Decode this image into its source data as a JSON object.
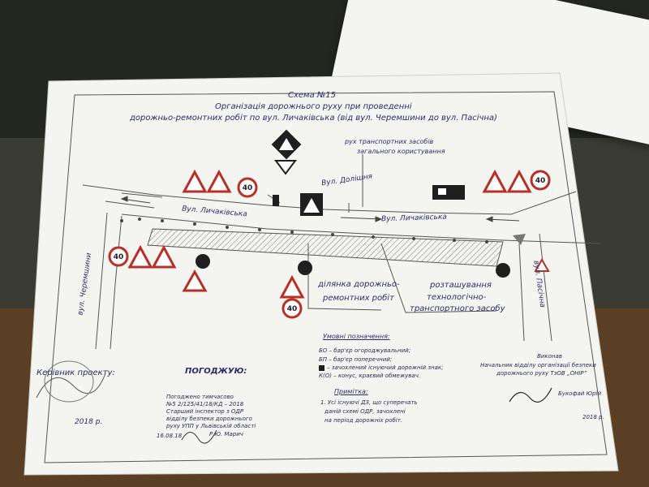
{
  "doc": {
    "title": "Схема №15",
    "subtitle1": "Організація дорожнього руху при проведенні",
    "subtitle2": "дорожньо-ремонтних робіт по вул. Личаківська (від вул. Черемшини до вул. Пасічна)",
    "note_traffic1": "рух транспортних засобів",
    "note_traffic2": "загального користування",
    "street_doloshnia": "Вул. Долішня",
    "street_lychakivska_left": "Вул. Личаківська",
    "street_lychakivska_right": "Вул. Личаківська",
    "street_cheremshyny": "вул. Черемшини",
    "street_pasichna": "вул. Пасічна",
    "work_zone1": "ділянка дорожньо-",
    "work_zone2": "ремонтних робіт",
    "vehicle1": "розташування",
    "vehicle2": "технологічно-",
    "vehicle3": "транспортного засобу",
    "speed_limit": "40",
    "legend_title": "Умовні позначення:",
    "legend_1": "БО – бар'єр огороджувальний;",
    "legend_2": "БП – бар'єр поперечний;",
    "legend_3": "– зачохлений існуючий дорожній знак;",
    "legend_4": "К(О) – конус, краєвий обмежувач.",
    "note_title": "Примітка:",
    "note_1": "1. Усі існуючі ДЗ, що суперечать",
    "note_2": "даній схемі ОДР, зачохлені",
    "note_3": "на період дорожніх робіт.",
    "left_sign": "Керівник проекту:",
    "left_date": "2018 р.",
    "agree": "ПОГОДЖУЮ:",
    "agree_body": [
      "Погоджено тимчасово",
      "№5 2/125/41/18/КД – 2018",
      "Старший інспектор з ОДР",
      "відділу безпеки дорожнього",
      "руху УПП у Львівській області"
    ],
    "agree_date": "16.08.18",
    "agree_name": "Р.Ю. Марич",
    "exec_title": "Виконав",
    "exec_1": "Начальник відділу організації безпеки",
    "exec_2": "дорожнього руху ТзОВ „ОНІР”",
    "exec_name": "Букофай Юрій",
    "exec_date": "2018 р."
  },
  "colors": {
    "ink": "#2c2c6a",
    "paper": "#f4f4f0",
    "sign_red": "#b73028",
    "sign_black": "#1f1f1f"
  }
}
